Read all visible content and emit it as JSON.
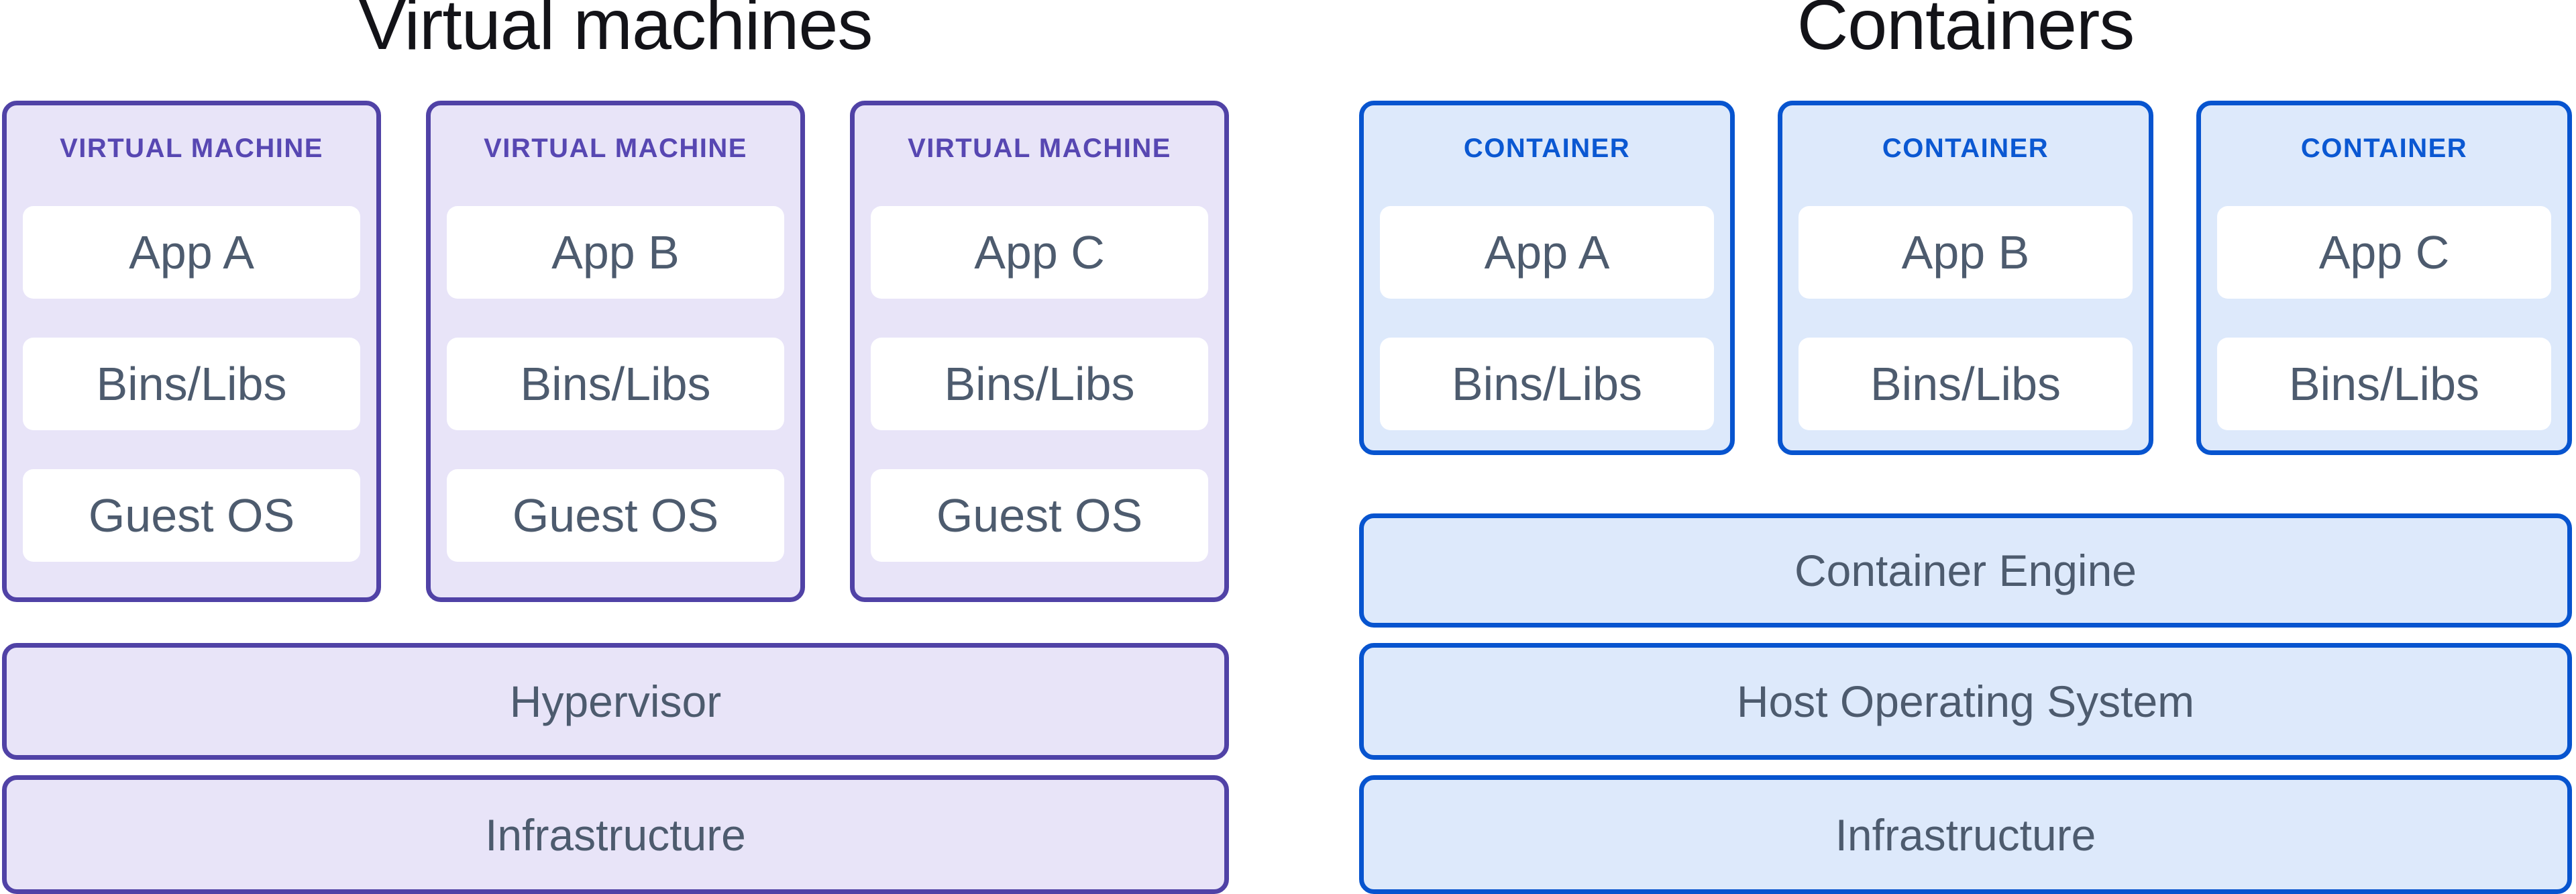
{
  "colors": {
    "title": "#131318",
    "layer_text": "#4d5b6e",
    "slot_fill": "#ffffff",
    "left_accent": "#5042a6",
    "left_fill": "#e8e4f8",
    "left_header": "#5747b2",
    "right_accent": "#0754cf",
    "right_fill": "#dde9fb",
    "right_header": "#0b58d2"
  },
  "left": {
    "title": "Virtual machines",
    "boxes": [
      {
        "header": "VIRTUAL MACHINE",
        "slots": [
          "App A",
          "Bins/Libs",
          "Guest OS"
        ]
      },
      {
        "header": "VIRTUAL MACHINE",
        "slots": [
          "App B",
          "Bins/Libs",
          "Guest OS"
        ]
      },
      {
        "header": "VIRTUAL MACHINE",
        "slots": [
          "App C",
          "Bins/Libs",
          "Guest OS"
        ]
      }
    ],
    "bars": [
      "Hypervisor",
      "Infrastructure"
    ]
  },
  "right": {
    "title": "Containers",
    "boxes": [
      {
        "header": "CONTAINER",
        "slots": [
          "App A",
          "Bins/Libs"
        ]
      },
      {
        "header": "CONTAINER",
        "slots": [
          "App B",
          "Bins/Libs"
        ]
      },
      {
        "header": "CONTAINER",
        "slots": [
          "App C",
          "Bins/Libs"
        ]
      }
    ],
    "bars": [
      "Container Engine",
      "Host Operating System",
      "Infrastructure"
    ]
  }
}
